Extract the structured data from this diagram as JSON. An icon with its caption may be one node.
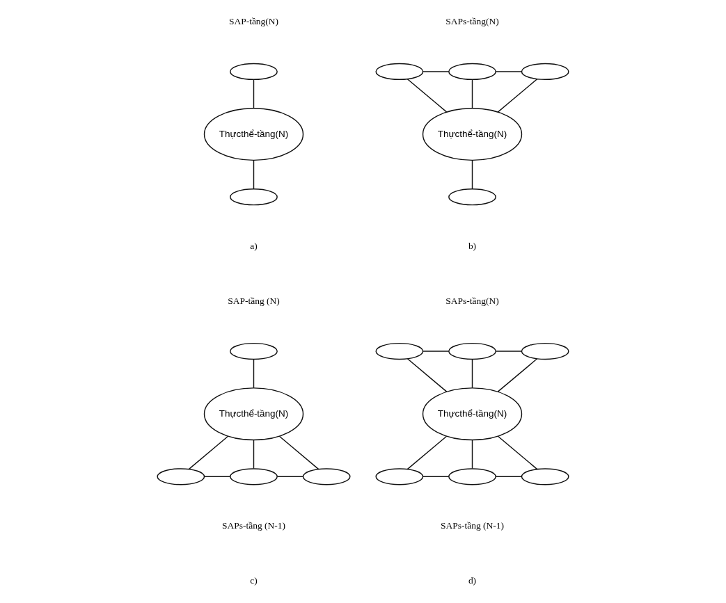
{
  "diagram": {
    "nodes": [
      {
        "text": [],
        "shape": "ellipse"
      },
      {
        "text": [
          "Thựcthể-tầng(N)"
        ]
      },
      {
        "text": [],
        "shape": "ellipse"
      },
      {
        "text": [],
        "shape": "ellipse"
      },
      {
        "text": [],
        "shape": "ellipse"
      },
      {
        "text": [],
        "shape": "ellipse"
      },
      {
        "text": [
          "Thựcthể-tầng(N)"
        ]
      },
      {
        "text": [],
        "shape": "ellipse"
      },
      {
        "text": [],
        "shape": "ellipse"
      },
      {
        "text": [
          "Thựcthể-tầng(N)"
        ]
      },
      {
        "text": [],
        "shape": "ellipse"
      },
      {
        "text": [],
        "shape": "ellipse"
      },
      {
        "text": [],
        "shape": "ellipse"
      },
      {
        "text": [],
        "shape": "ellipse"
      },
      {
        "text": [],
        "shape": "ellipse"
      },
      {
        "text": [],
        "shape": "ellipse"
      },
      {
        "text": [
          "Thựcthể-tầng(N)"
        ]
      },
      {
        "text": [],
        "shape": "ellipse"
      },
      {
        "text": [],
        "shape": "ellipse"
      },
      {
        "text": [],
        "shape": "ellipse"
      }
    ],
    "edges": [
      {
        "from": 0,
        "to": 1,
        "arrow": "none"
      },
      {
        "from": 1,
        "to": 2,
        "arrow": "none"
      },
      {
        "from": 3,
        "to": 4,
        "arrow": "none"
      },
      {
        "from": 4,
        "to": 5,
        "arrow": "none"
      },
      {
        "from": 3,
        "to": 6,
        "arrow": "none"
      },
      {
        "from": 4,
        "to": 6,
        "arrow": "none"
      },
      {
        "from": 5,
        "to": 6,
        "arrow": "none"
      },
      {
        "from": 6,
        "to": 7,
        "arrow": "none"
      },
      {
        "from": 8,
        "to": 9,
        "arrow": "none"
      },
      {
        "from": 9,
        "to": 10,
        "arrow": "none"
      },
      {
        "from": 9,
        "to": 11,
        "arrow": "none"
      },
      {
        "from": 9,
        "to": 12,
        "arrow": "none"
      },
      {
        "from": 10,
        "to": 11,
        "arrow": "none"
      },
      {
        "from": 11,
        "to": 12,
        "arrow": "none"
      },
      {
        "from": 13,
        "to": 14,
        "arrow": "none"
      },
      {
        "from": 14,
        "to": 15,
        "arrow": "none"
      },
      {
        "from": 13,
        "to": 16,
        "arrow": "none"
      },
      {
        "from": 14,
        "to": 16,
        "arrow": "none"
      },
      {
        "from": 15,
        "to": 16,
        "arrow": "none"
      },
      {
        "from": 16,
        "to": 17,
        "arrow": "none"
      },
      {
        "from": 16,
        "to": 18,
        "arrow": "none"
      },
      {
        "from": 16,
        "to": 19,
        "arrow": "none"
      },
      {
        "from": 17,
        "to": 18,
        "arrow": "none"
      },
      {
        "from": 18,
        "to": 19,
        "arrow": "none"
      }
    ],
    "labels": [
      "SAP-tầng(N)",
      "SAPs-tầng(N)",
      "a)",
      "b)",
      "SAP-tầng (N)",
      "SAPs-tầng(N)",
      "SAPs-tầng (N-1)",
      "SAPs-tầng (N-1)",
      "c)",
      "d)"
    ]
  }
}
